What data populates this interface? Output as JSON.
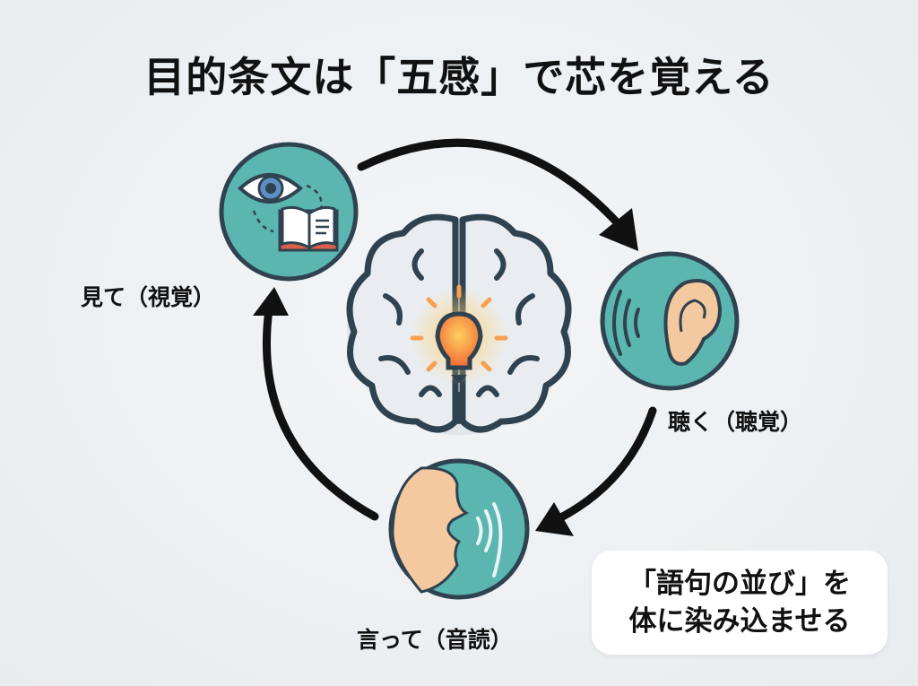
{
  "title": "目的条文は「五感」で芯を覚える",
  "senses": [
    {
      "label": "見て（視覚）",
      "icon": "eye-book-icon"
    },
    {
      "label": "聴く（聴覚）",
      "icon": "ear-icon"
    },
    {
      "label": "言って（音読）",
      "icon": "speaking-face-icon"
    }
  ],
  "center_icon": "brain-lightbulb-icon",
  "callout": {
    "line1": "「語句の並び」を",
    "line2": "体に染み込ませる"
  },
  "colors": {
    "teal": "#5bb5b0",
    "outline": "#2f4250",
    "skin": "#f5c9a0",
    "bulb": "#f7893a",
    "book": "#d9614c"
  }
}
